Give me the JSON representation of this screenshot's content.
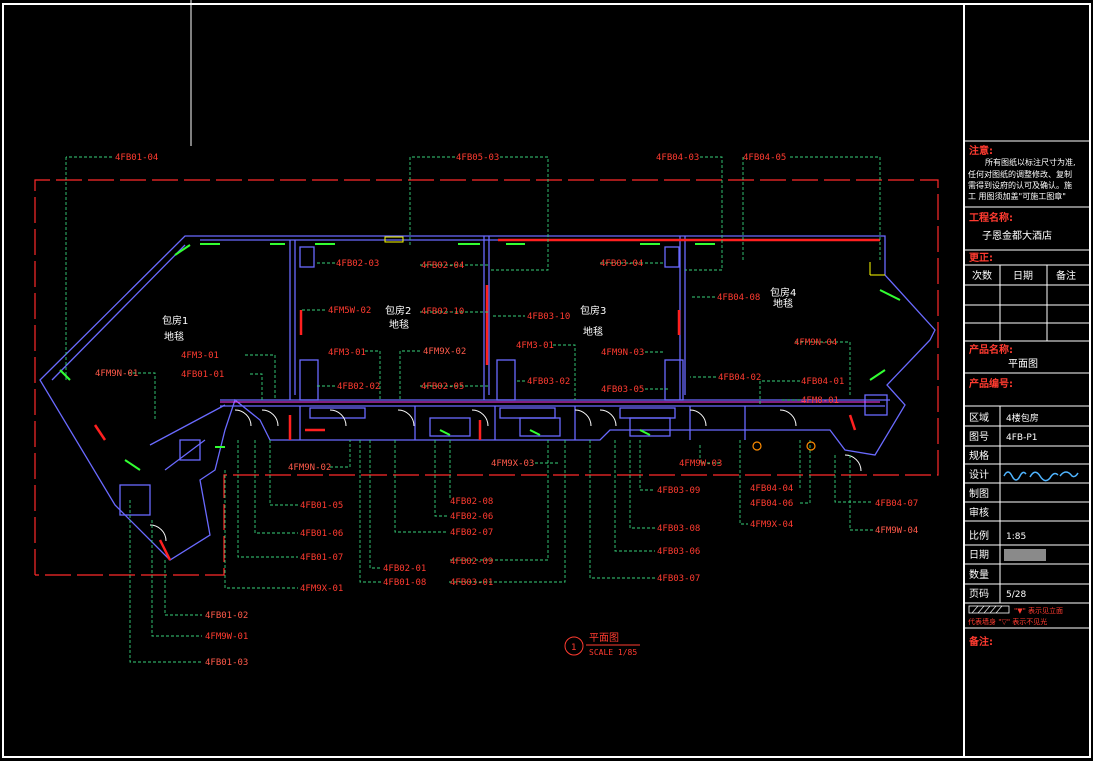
{
  "app": {
    "view": "CAD drawing viewport"
  },
  "colors": {
    "background": "#000000",
    "frame": "#ffffff",
    "callout": "#ff3b30",
    "callout_dim": "#ff5a4a",
    "wall": "#6a6aff",
    "leader": "#37d07a",
    "boundary": "#ff2a2a",
    "accent_red": "#ff2020",
    "green_fixture": "#32ff32",
    "yellow": "#ffff00",
    "magenta": "#ff40ff"
  },
  "rooms": [
    {
      "name": "包房1",
      "floor": "地毯"
    },
    {
      "name": "包房2",
      "floor": "地毯"
    },
    {
      "name": "包房3",
      "floor": "地毯"
    },
    {
      "name": "包房4",
      "floor": "地毯"
    }
  ],
  "callouts": {
    "fb01_04": "4FB01-04",
    "fb05_03": "4FB05-03",
    "fb04_03": "4FB04-03",
    "fb04_05": "4FB04-05",
    "fb02_03": "4FB02-03",
    "fb02_04": "4FB02-04",
    "fb03_04": "4FB03-04",
    "fb04_08": "4FB04-08",
    "fm5w_02": "4FM5W-02",
    "fb02_10": "4FB02-10",
    "fb03_10": "4FB03-10",
    "fm3_01a": "4FM3-01",
    "fm3_01b": "4FM3-01",
    "fm3_01c": "4FM3-01",
    "fm9x_02": "4FM9X-02",
    "fm9n_03": "4FM9N-03",
    "fm9n_04": "4FM9N-04",
    "fm9n_01": "4FM9N-01",
    "fb01_01": "4FB01-01",
    "fb02_02": "4FB02-02",
    "fb02_05": "4FB02-05",
    "fb03_02": "4FB03-02",
    "fb03_05": "4FB03-05",
    "fb04_02": "4FB04-02",
    "fb04_01": "4FB04-01",
    "fm8_01": "4FM8-01",
    "fm9n_02": "4FM9N-02",
    "fm9x_03": "4FM9X-03",
    "fm9w_03": "4FM9W-03",
    "fb03_09": "4FB03-09",
    "fb04_04": "4FB04-04",
    "fb04_06": "4FB04-06",
    "fb04_07": "4FB04-07",
    "fm9x_04": "4FM9X-04",
    "fm9w_04": "4FM9W-04",
    "fb01_05": "4FB01-05",
    "fb01_06": "4FB01-06",
    "fb01_07": "4FB01-07",
    "fm9x_01": "4FM9X-01",
    "fb02_08": "4FB02-08",
    "fb02_06": "4FB02-06",
    "fb02_07": "4FB02-07",
    "fb02_09": "4FB02-09",
    "fb02_01": "4FB02-01",
    "fb01_08": "4FB01-08",
    "fb03_01": "4FB03-01",
    "fb03_08": "4FB03-08",
    "fb03_06": "4FB03-06",
    "fb03_07": "4FB03-07",
    "fb01_02": "4FB01-02",
    "fm9w_01": "4FM9W-01",
    "fb01_03": "4FB01-03"
  },
  "plan_title": {
    "number": "1",
    "name": "平面图",
    "scale": "SCALE 1/85"
  },
  "title_block": {
    "notes_label": "注意:",
    "notes_lines": [
      "所有图纸以标注尺寸为准,",
      "任何对图纸的调整修改、复制",
      "需得到设府的认可及确认。施",
      "工 用图须加盖\"可施工图章\""
    ],
    "project_label": "工程名称:",
    "project_name": "子恩金都大酒店",
    "revision_label": "更正:",
    "revision_headers": [
      "次数",
      "日期",
      "备注"
    ],
    "product_name_label": "产品名称:",
    "product_name": "平面图",
    "product_number_label": "产品编号:",
    "fields": [
      {
        "label": "区域",
        "value": "4楼包房"
      },
      {
        "label": "图号",
        "value": "4FB-P1"
      },
      {
        "label": "规格",
        "value": ""
      },
      {
        "label": "设计",
        "value": ""
      },
      {
        "label": "制图",
        "value": ""
      },
      {
        "label": "审核",
        "value": ""
      },
      {
        "label": "比例",
        "value": "1:85"
      },
      {
        "label": "日期",
        "value": ""
      },
      {
        "label": "数量",
        "value": ""
      },
      {
        "label": "页码",
        "value": "5/28"
      }
    ],
    "legend_line1": "\"▼\" 表示见立面",
    "legend_line2": "代表墙身  \"▽\" 表示不见光",
    "remarks_label": "备注:"
  }
}
